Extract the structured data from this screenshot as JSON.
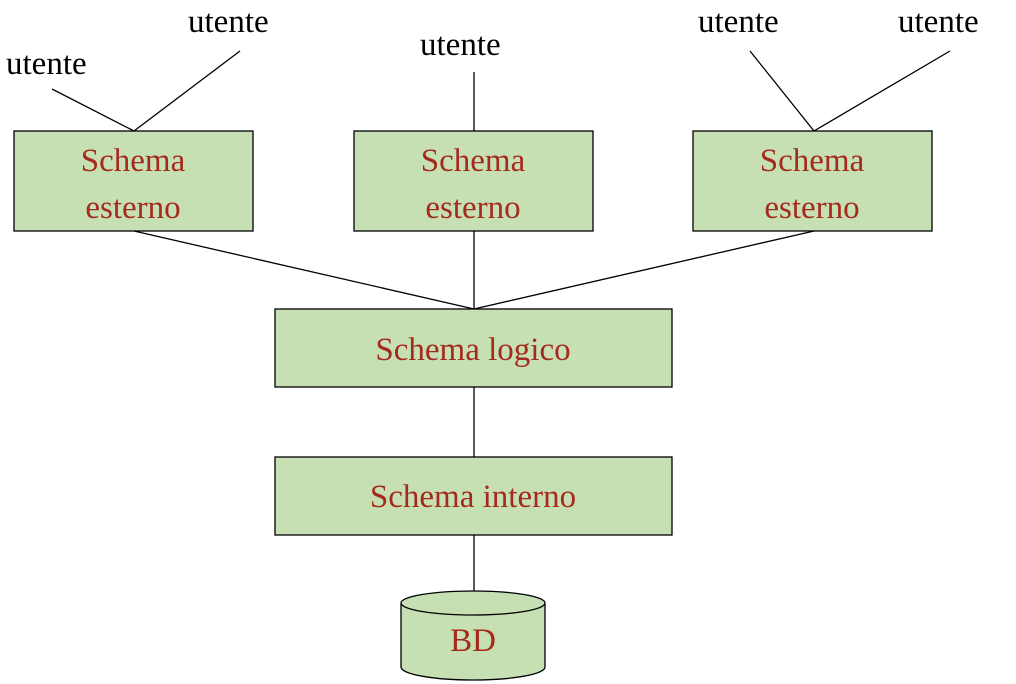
{
  "colors": {
    "box_fill": "#c6e0b4",
    "box_text": "#a52a1e",
    "user_text": "#000000",
    "line": "#000000"
  },
  "users": {
    "u1": "utente",
    "u2": "utente",
    "u3": "utente",
    "u4": "utente",
    "u5": "utente"
  },
  "external_schemas": [
    {
      "line1": "Schema",
      "line2": "esterno"
    },
    {
      "line1": "Schema",
      "line2": "esterno"
    },
    {
      "line1": "Schema",
      "line2": "esterno"
    }
  ],
  "logical_schema": {
    "label": "Schema logico"
  },
  "internal_schema": {
    "label": "Schema interno"
  },
  "database": {
    "label": "BD",
    "shape": "cylinder"
  }
}
